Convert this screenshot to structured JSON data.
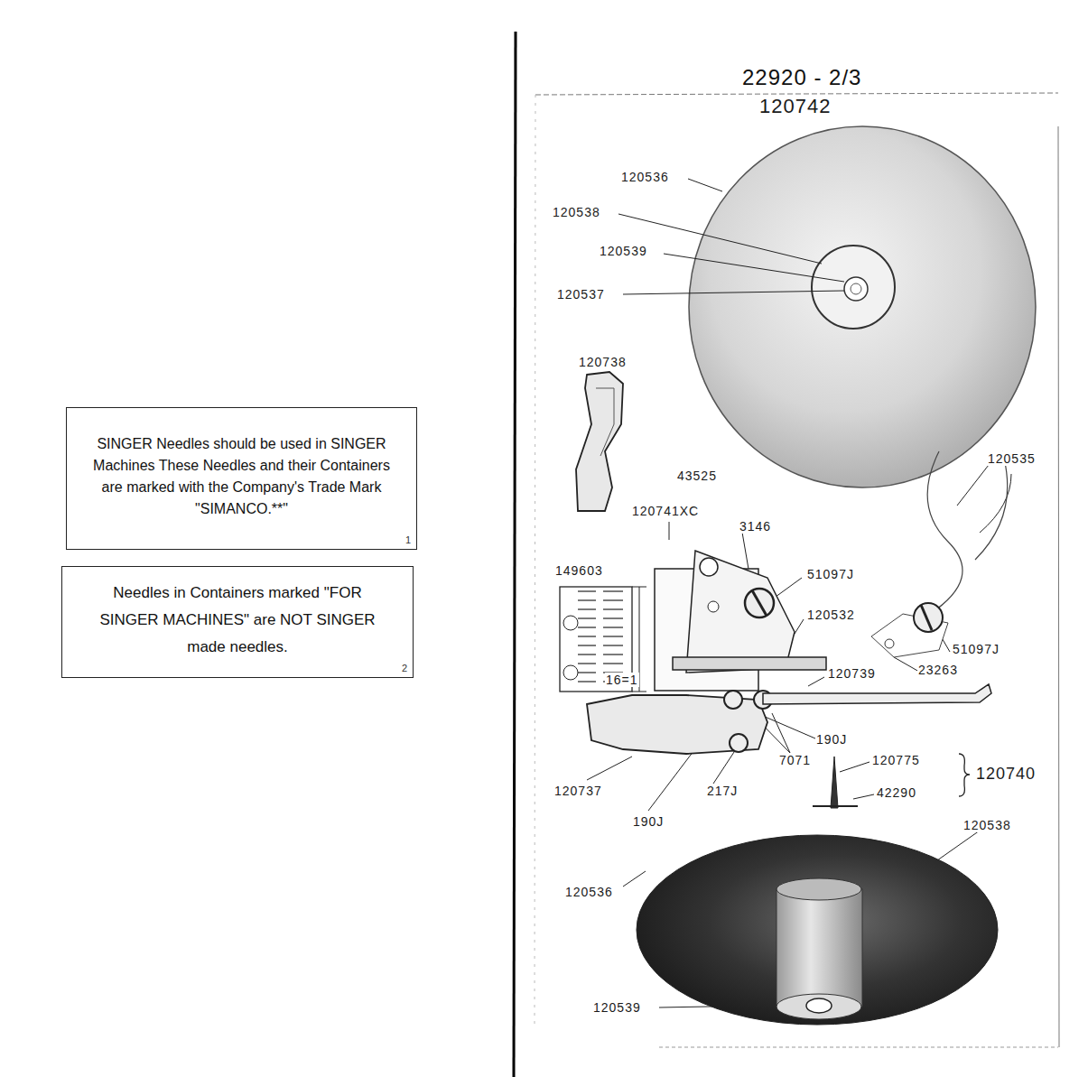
{
  "diagram": {
    "title": "22920 - 2/3",
    "nodes": [
      {
        "text": [
          "SINGER Needles should be used in SINGER Machines These Needles and their Containers are marked with the Company's Trade Mark \"SIMANCO.**\"",
          "1"
        ]
      },
      {
        "text": [
          "Needles in Containers marked \"FOR SINGER MACHINES\" are NOT SINGER made needles.",
          "2"
        ]
      }
    ],
    "edges": [],
    "labels": [
      "120742",
      "120536",
      "120538",
      "120539",
      "120537",
      "120738",
      "43525",
      "120741XC",
      "3146",
      "149603",
      "51097J",
      "120532",
      "16=1",
      "120535",
      "51097J",
      "23263",
      "120739",
      "190J",
      "7071",
      "120737",
      "217J",
      "190J",
      "120775",
      "42290",
      "120740",
      "120538",
      "120536",
      "120539"
    ]
  }
}
